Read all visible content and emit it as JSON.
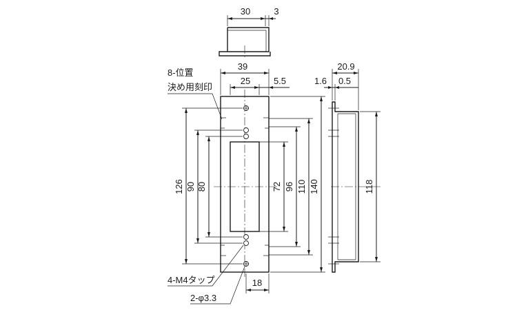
{
  "top_view": {
    "dim_width": "30",
    "dim_flange": "3"
  },
  "front_view": {
    "dim_overall_width": "39",
    "dim_hole_pitch": "25",
    "dim_edge": "5.5",
    "dim_126": "126",
    "dim_90": "90",
    "dim_80": "80",
    "dim_72": "72",
    "dim_96": "96",
    "dim_110": "110",
    "dim_140": "140",
    "dim_bottom": "18",
    "note_marks_line1": "8-位置",
    "note_marks_line2": "決め用刻印",
    "note_tap": "4-M4タップ",
    "note_holes": "2-φ3.3"
  },
  "side_view": {
    "dim_depth": "20.9",
    "dim_plate": "1.6",
    "dim_lip": "0.5",
    "dim_height": "118"
  }
}
